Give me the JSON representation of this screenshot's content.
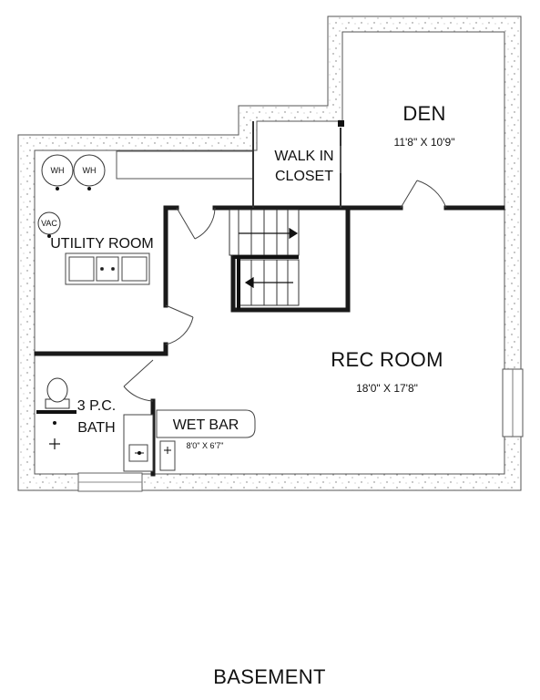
{
  "plan_title": "BASEMENT",
  "rooms": {
    "den": {
      "name": "DEN",
      "dims": "11'8\" X 10'9\""
    },
    "walk_in_closet": {
      "line1": "WALK IN",
      "line2": "CLOSET"
    },
    "utility_room": {
      "name": "UTILITY ROOM"
    },
    "rec_room": {
      "name": "REC ROOM",
      "dims": "18'0\" X 17'8\""
    },
    "bath": {
      "line1": "3 P.C.",
      "line2": "BATH"
    },
    "wet_bar": {
      "name": "WET BAR",
      "dims": "8'0\" X 6'7\""
    }
  },
  "fixtures": {
    "water_heater_1": "WH",
    "water_heater_2": "WH",
    "vacuum": "VAC"
  }
}
